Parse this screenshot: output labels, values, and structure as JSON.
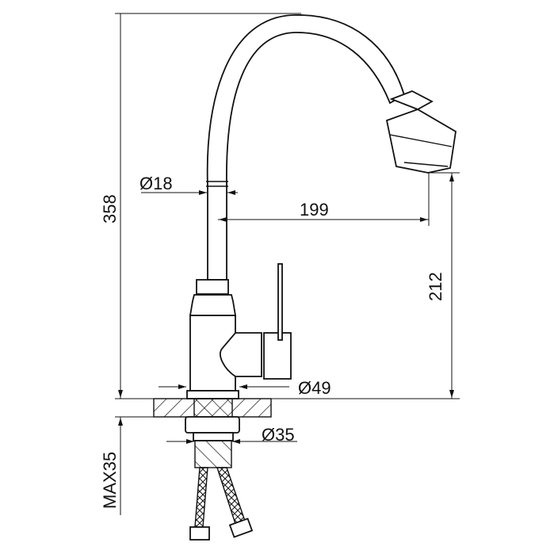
{
  "dimensions": {
    "height_total": "358",
    "pipe_diameter": "Ø18",
    "spout_reach": "199",
    "spout_height": "212",
    "base_diameter": "Ø49",
    "thread_diameter": "Ø35",
    "max_counter_thickness": "MAX35"
  },
  "colors": {
    "line": "#111111",
    "background": "#ffffff"
  }
}
